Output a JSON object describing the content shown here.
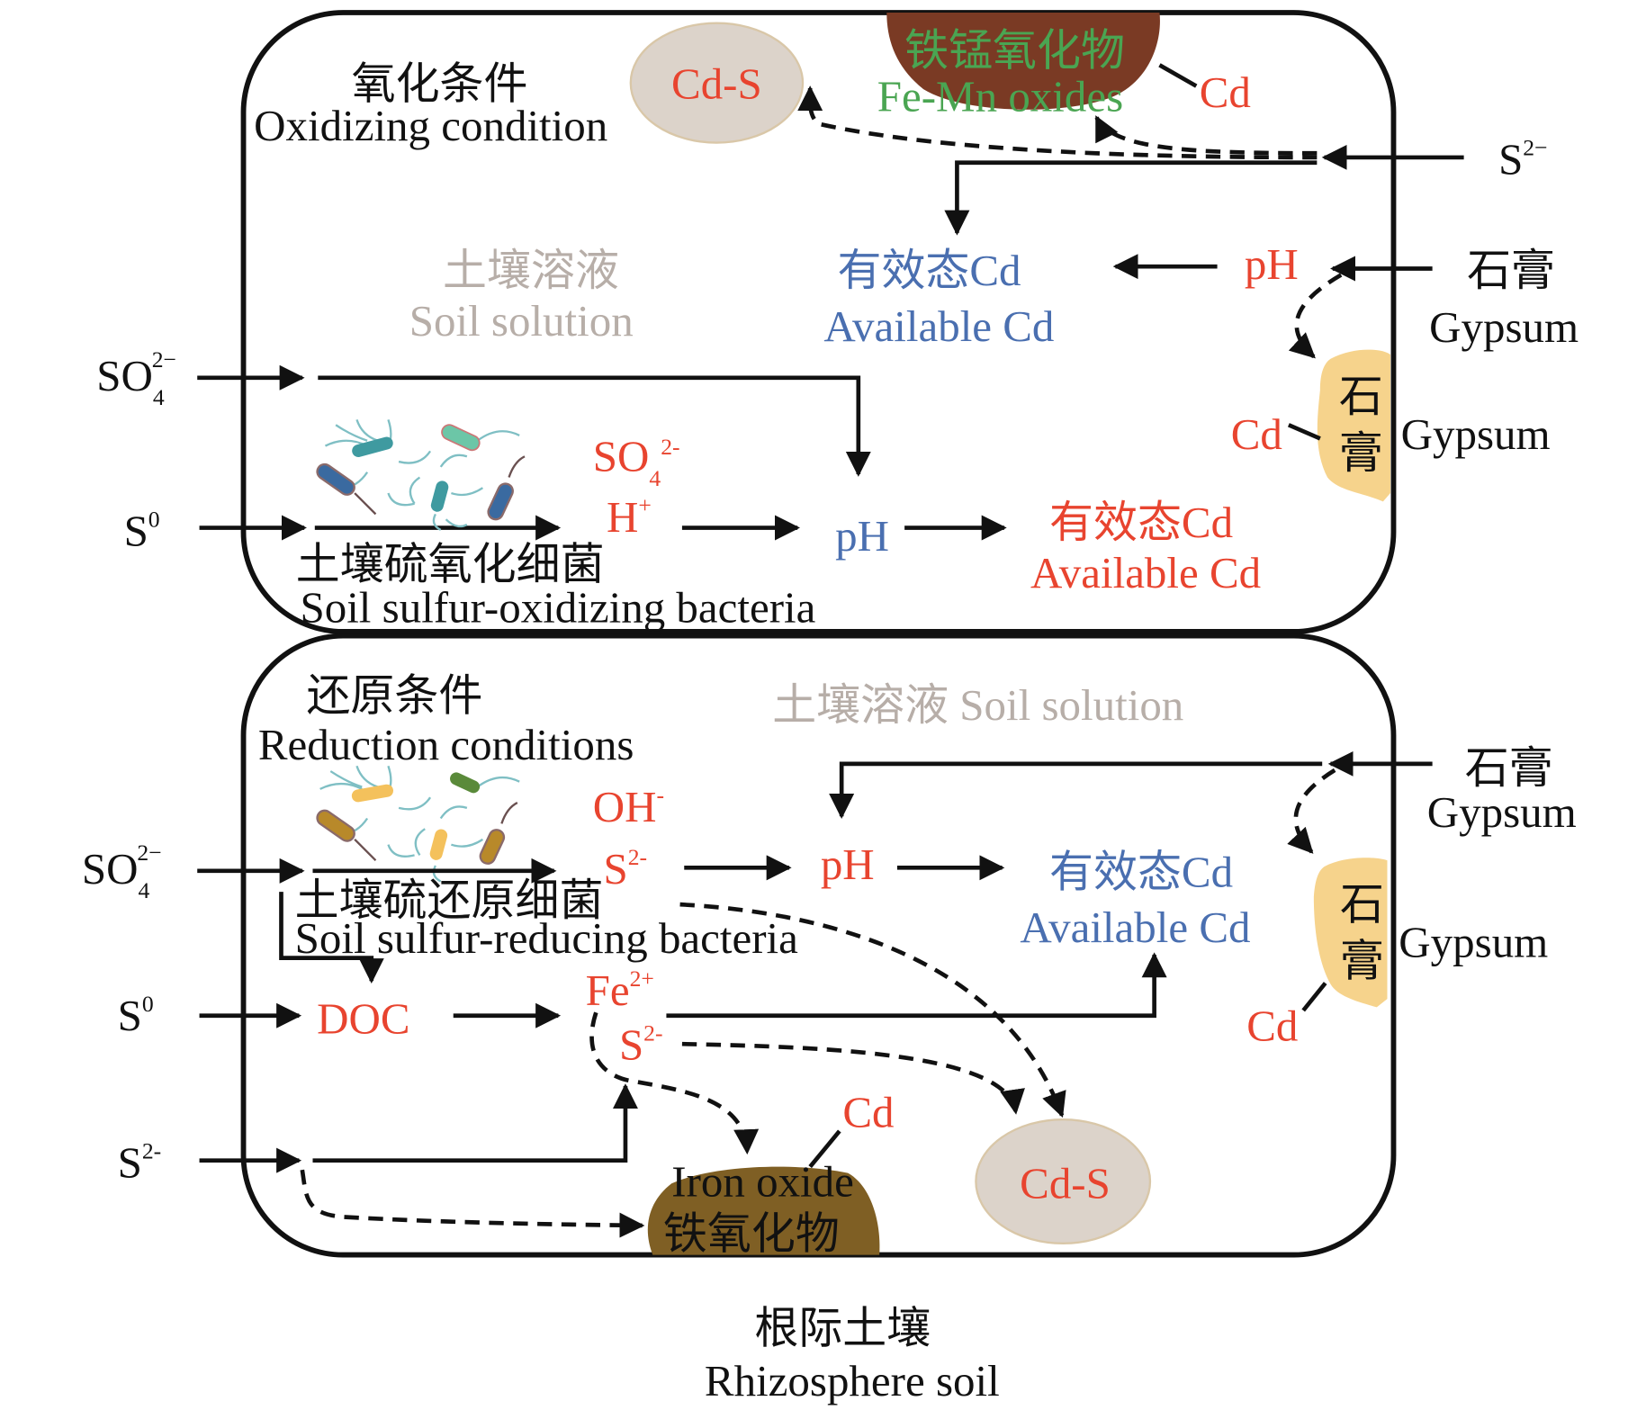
{
  "colors": {
    "accent_red": "#e8442f",
    "available_blue": "#4a6fb0",
    "soil_solution_grey": "#b7aea8",
    "fe_mn_green": "#4aa552",
    "fe_mn_oxide_brown": "#7a3a24",
    "iron_oxide_brown": "#7f5f24",
    "cds_fill": "#dcd3ca",
    "gypsum_fill": "#f6d38c"
  },
  "oxidizing": {
    "title_cn": "氧化条件",
    "title_en": "Oxidizing condition",
    "soil_solution_cn": "土壤溶液",
    "soil_solution_en": "Soil  solution",
    "cds": "Cd-S",
    "femn_cn": "铁锰氧化物",
    "femn_en": "Fe-Mn oxides",
    "femn_cd": "Cd",
    "s2_input": {
      "base": "S",
      "sup": "2−"
    },
    "available_cd_cn": "有效态Cd",
    "available_cd_en": "Available Cd",
    "ph_top": "pH",
    "gypsum_input_cn": "石膏",
    "gypsum_input_en": "Gypsum",
    "gypsum_particle_cn_1": "石",
    "gypsum_particle_cn_2": "膏",
    "gypsum_particle_en": "Gypsum",
    "gypsum_cd": "Cd",
    "so4_input": {
      "base": "SO",
      "sub": "4",
      "sup": "2−"
    },
    "s0_input": {
      "base": "S",
      "sup": "0"
    },
    "products_so4": {
      "base": "SO",
      "sub": "4",
      "sup": "2-"
    },
    "products_h": {
      "base": "H",
      "sup": "+"
    },
    "ph_mid": "pH",
    "available_cd2_cn": "有效态Cd",
    "available_cd2_en": "Available Cd",
    "bacteria_cn": "土壤硫氧化细菌",
    "bacteria_en": "Soil sulfur-oxidizing bacteria"
  },
  "reduction": {
    "title_cn": "还原条件",
    "title_en": "Reduction conditions",
    "soil_solution": "土壤溶液 Soil solution",
    "gypsum_input_cn": "石膏",
    "gypsum_input_en": "Gypsum",
    "products_oh": {
      "base": "OH",
      "sup": "-"
    },
    "products_s2": {
      "base": "S",
      "sup": "2-"
    },
    "ph": "pH",
    "available_cd_cn": "有效态Cd",
    "available_cd_en": "Available Cd",
    "so4_input": {
      "base": "SO",
      "sub": "4",
      "sup": "2−"
    },
    "bacteria_cn": "土壤硫还原细菌",
    "bacteria_en": "Soil sulfur-reducing bacteria",
    "s0_input": {
      "base": "S",
      "sup": "0"
    },
    "doc": "DOC",
    "fe2": {
      "base": "Fe",
      "sup": "2+"
    },
    "s2_mid": {
      "base": "S",
      "sup": "2-"
    },
    "s2_input": {
      "base": "S",
      "sup": "2-"
    },
    "iron_oxide_en": "Iron oxide",
    "iron_oxide_cn": "铁氧化物",
    "iron_oxide_cd": "Cd",
    "cds": "Cd-S",
    "gypsum_particle_cn_1": "石",
    "gypsum_particle_cn_2": "膏",
    "gypsum_particle_en": "Gypsum",
    "gypsum_cd": "Cd"
  },
  "footer": {
    "title_cn": "根际土壤",
    "title_en": "Rhizosphere soil"
  }
}
